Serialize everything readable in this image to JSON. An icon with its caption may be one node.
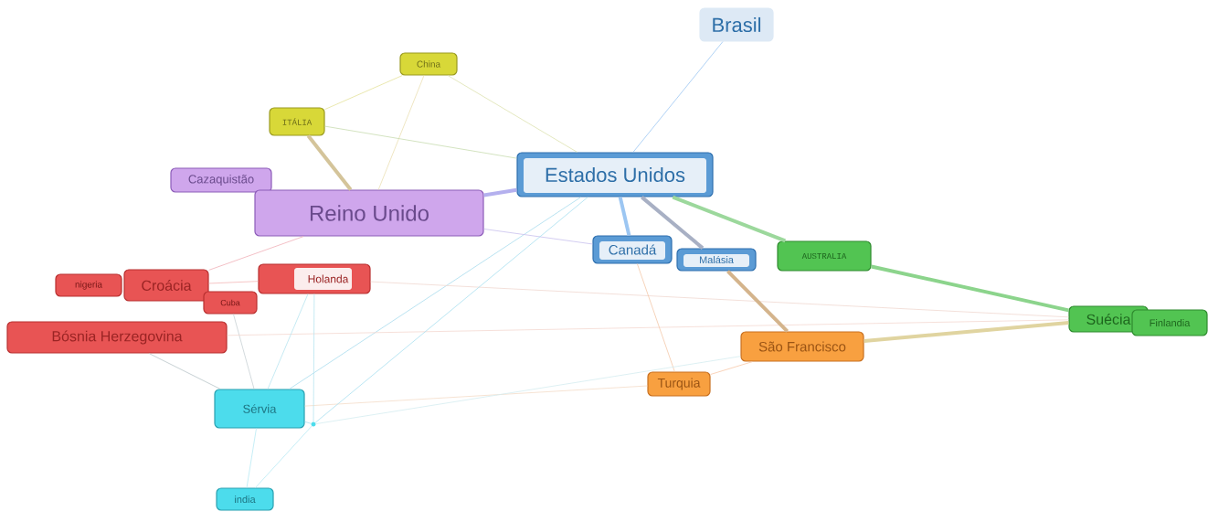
{
  "diagram": {
    "nodes": [
      {
        "text": [
          "Brasil"
        ]
      },
      {
        "text": [
          "China"
        ]
      },
      {
        "text": [
          "ITÁLIA"
        ]
      },
      {
        "text": [
          "Estados Unidos"
        ]
      },
      {
        "text": [
          "Cazaquistão"
        ]
      },
      {
        "text": [
          "Reino Unido"
        ]
      },
      {
        "text": [
          "Canadá"
        ]
      },
      {
        "text": [
          "Malásia"
        ]
      },
      {
        "text": [
          "AUSTRALIA"
        ]
      },
      {
        "text": [
          "nigeria"
        ]
      },
      {
        "text": [
          "Croácia"
        ]
      },
      {
        "text": [
          "Holanda"
        ]
      },
      {
        "text": [
          "Cuba"
        ]
      },
      {
        "text": [
          "Suécia"
        ]
      },
      {
        "text": [
          "Finlandia"
        ]
      },
      {
        "text": [
          "Bósnia Herzegovina"
        ]
      },
      {
        "text": [
          "São Francisco"
        ]
      },
      {
        "text": [
          "Turquia"
        ]
      },
      {
        "text": [
          "Sérvia"
        ]
      },
      {
        "text": [],
        "shape": "circle"
      },
      {
        "text": [
          "india"
        ]
      }
    ],
    "edges": [
      {
        "from": 3,
        "to": 0,
        "arrow": "none",
        "color": "#9cc6f2"
      },
      {
        "from": 1,
        "to": 2,
        "arrow": "none",
        "color": "#e4e29a"
      },
      {
        "from": 1,
        "to": 3,
        "arrow": "none",
        "color": "#dde2b0"
      },
      {
        "from": 1,
        "to": 5,
        "arrow": "none",
        "color": "#ebe0b4"
      },
      {
        "from": 2,
        "to": 3,
        "arrow": "none",
        "color": "#c8dcb0"
      },
      {
        "from": 2,
        "to": 5,
        "arrow": "none",
        "color": "#d4c49a",
        "style": "thick"
      },
      {
        "from": 3,
        "to": 5,
        "arrow": "none",
        "color": "#b4b0ee",
        "style": "thick"
      },
      {
        "from": 3,
        "to": 6,
        "arrow": "none",
        "color": "#9cc6f2",
        "style": "thick"
      },
      {
        "from": 3,
        "to": 7,
        "arrow": "none",
        "color": "#a8b0c4",
        "style": "thick"
      },
      {
        "from": 3,
        "to": 8,
        "arrow": "none",
        "color": "#9cd89c",
        "style": "thick"
      },
      {
        "from": 3,
        "to": 18,
        "arrow": "none",
        "color": "#a8dcee"
      },
      {
        "from": 5,
        "to": 10,
        "arrow": "none",
        "color": "#f0b0b8"
      },
      {
        "from": 5,
        "to": 6,
        "arrow": "none",
        "color": "#c8c0ee"
      },
      {
        "from": 10,
        "to": 11,
        "arrow": "none",
        "color": "#f4b8b8"
      },
      {
        "from": 15,
        "to": 18,
        "arrow": "none",
        "color": "#b8c4c8"
      },
      {
        "from": 12,
        "to": 18,
        "arrow": "none",
        "color": "#c8d0d4"
      },
      {
        "from": 15,
        "to": 13,
        "arrow": "none",
        "color": "#f4d8d0"
      },
      {
        "from": 11,
        "to": 13,
        "arrow": "none",
        "color": "#f0d8d0"
      },
      {
        "from": 11,
        "to": 18,
        "arrow": "none",
        "color": "#b8e4f0"
      },
      {
        "from": 6,
        "to": 17,
        "arrow": "none",
        "color": "#f4c8a8"
      },
      {
        "from": 7,
        "to": 16,
        "arrow": "none",
        "color": "#d4b48c",
        "style": "thick"
      },
      {
        "from": 8,
        "to": 13,
        "arrow": "none",
        "color": "#8cd48c",
        "style": "thick"
      },
      {
        "from": 16,
        "to": 13,
        "arrow": "none",
        "color": "#e0d4a0",
        "style": "thick"
      },
      {
        "from": 17,
        "to": 16,
        "arrow": "none",
        "color": "#f8c8a8"
      },
      {
        "from": 17,
        "to": 18,
        "arrow": "none",
        "color": "#f4dcc8"
      },
      {
        "from": 19,
        "to": 20,
        "arrow": "none",
        "color": "#b8eaf4"
      },
      {
        "from": 18,
        "to": 20,
        "arrow": "none",
        "color": "#b8eaf4"
      },
      {
        "from": 19,
        "to": 3,
        "arrow": "none",
        "color": "#a8e0f0"
      },
      {
        "from": 19,
        "to": 11,
        "arrow": "none",
        "color": "#b8e4f0"
      },
      {
        "from": 19,
        "to": 16,
        "arrow": "none",
        "color": "#d4ecf0"
      },
      {
        "from": 19,
        "to": 18,
        "arrow": "none",
        "color": "#a8e0f0"
      }
    ]
  }
}
